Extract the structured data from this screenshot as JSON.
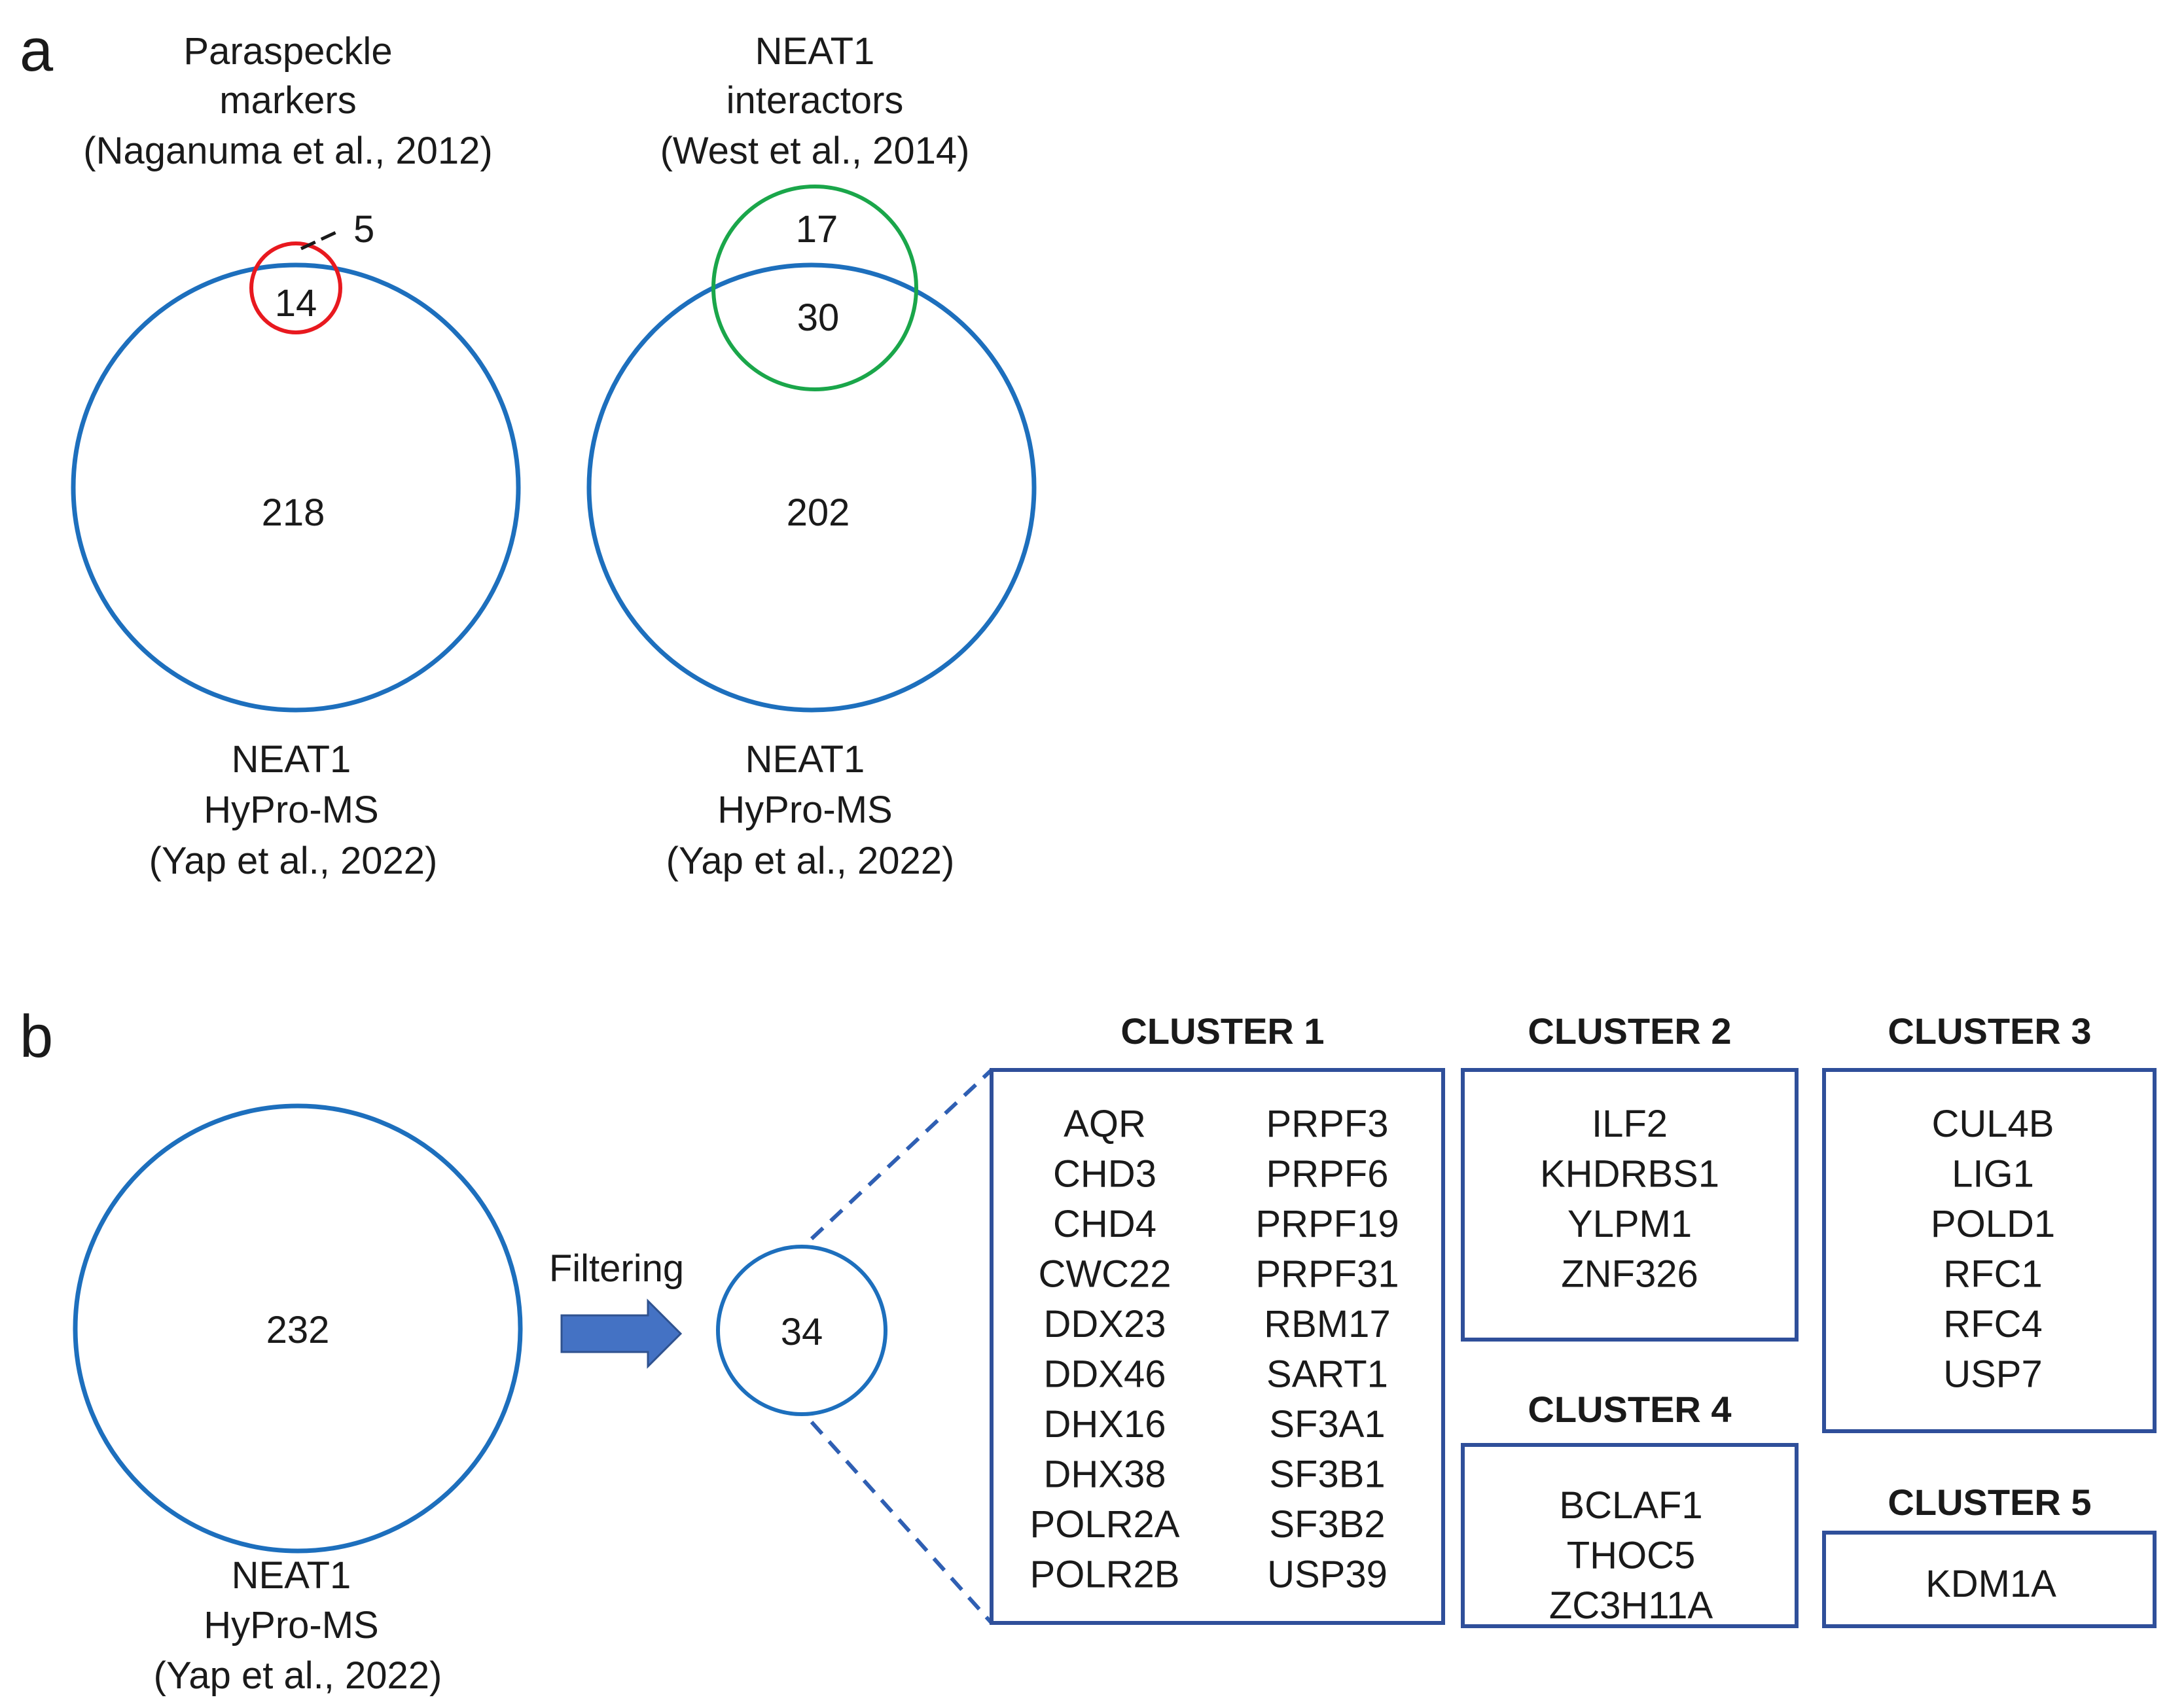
{
  "panel_a": {
    "letter": "a",
    "left": {
      "top_label": [
        "Paraspeckle",
        "markers",
        "(Naganuma et al., 2012)"
      ],
      "bottom_label": [
        "NEAT1",
        "HyPro-MS",
        "(Yap et al., 2022)"
      ],
      "small_only": "5",
      "overlap": "14",
      "big_only": "218",
      "small_color": "#e8191f",
      "big_color": "#1d6fbd"
    },
    "right": {
      "top_label": [
        "NEAT1",
        "interactors",
        "(West et al., 2014)"
      ],
      "bottom_label": [
        "NEAT1",
        "HyPro-MS",
        "(Yap et al., 2022)"
      ],
      "small_only": "17",
      "overlap": "30",
      "big_only": "202",
      "small_color": "#1aa64a",
      "big_color": "#1d6fbd"
    }
  },
  "panel_b": {
    "letter": "b",
    "big_value": "232",
    "big_label": [
      "NEAT1",
      "HyPro-MS",
      "(Yap et al., 2022)"
    ],
    "arrow_label": "Filtering",
    "small_value": "34",
    "circle_color": "#1d6fbd",
    "arrow_color": "#4472c4",
    "box_color": "#2f4f9a",
    "clusters": [
      {
        "title": "CLUSTER 1",
        "col1": [
          "AQR",
          "CHD3",
          "CHD4",
          "CWC22",
          "DDX23",
          "DDX46",
          "DHX16",
          "DHX38",
          "POLR2A",
          "POLR2B"
        ],
        "col2": [
          "PRPF3",
          "PRPF6",
          "PRPF19",
          "PRPF31",
          "RBM17",
          "SART1",
          "SF3A1",
          "SF3B1",
          "SF3B2",
          "USP39"
        ]
      },
      {
        "title": "CLUSTER 2",
        "genes": [
          "ILF2",
          "KHDRBS1",
          "YLPM1",
          "ZNF326"
        ]
      },
      {
        "title": "CLUSTER 3",
        "genes": [
          "CUL4B",
          "LIG1",
          "POLD1",
          "RFC1",
          "RFC4",
          "USP7"
        ]
      },
      {
        "title": "CLUSTER 4",
        "genes": [
          "BCLAF1",
          "THOC5",
          "ZC3H11A"
        ]
      },
      {
        "title": "CLUSTER 5",
        "genes": [
          "KDM1A"
        ]
      }
    ]
  }
}
